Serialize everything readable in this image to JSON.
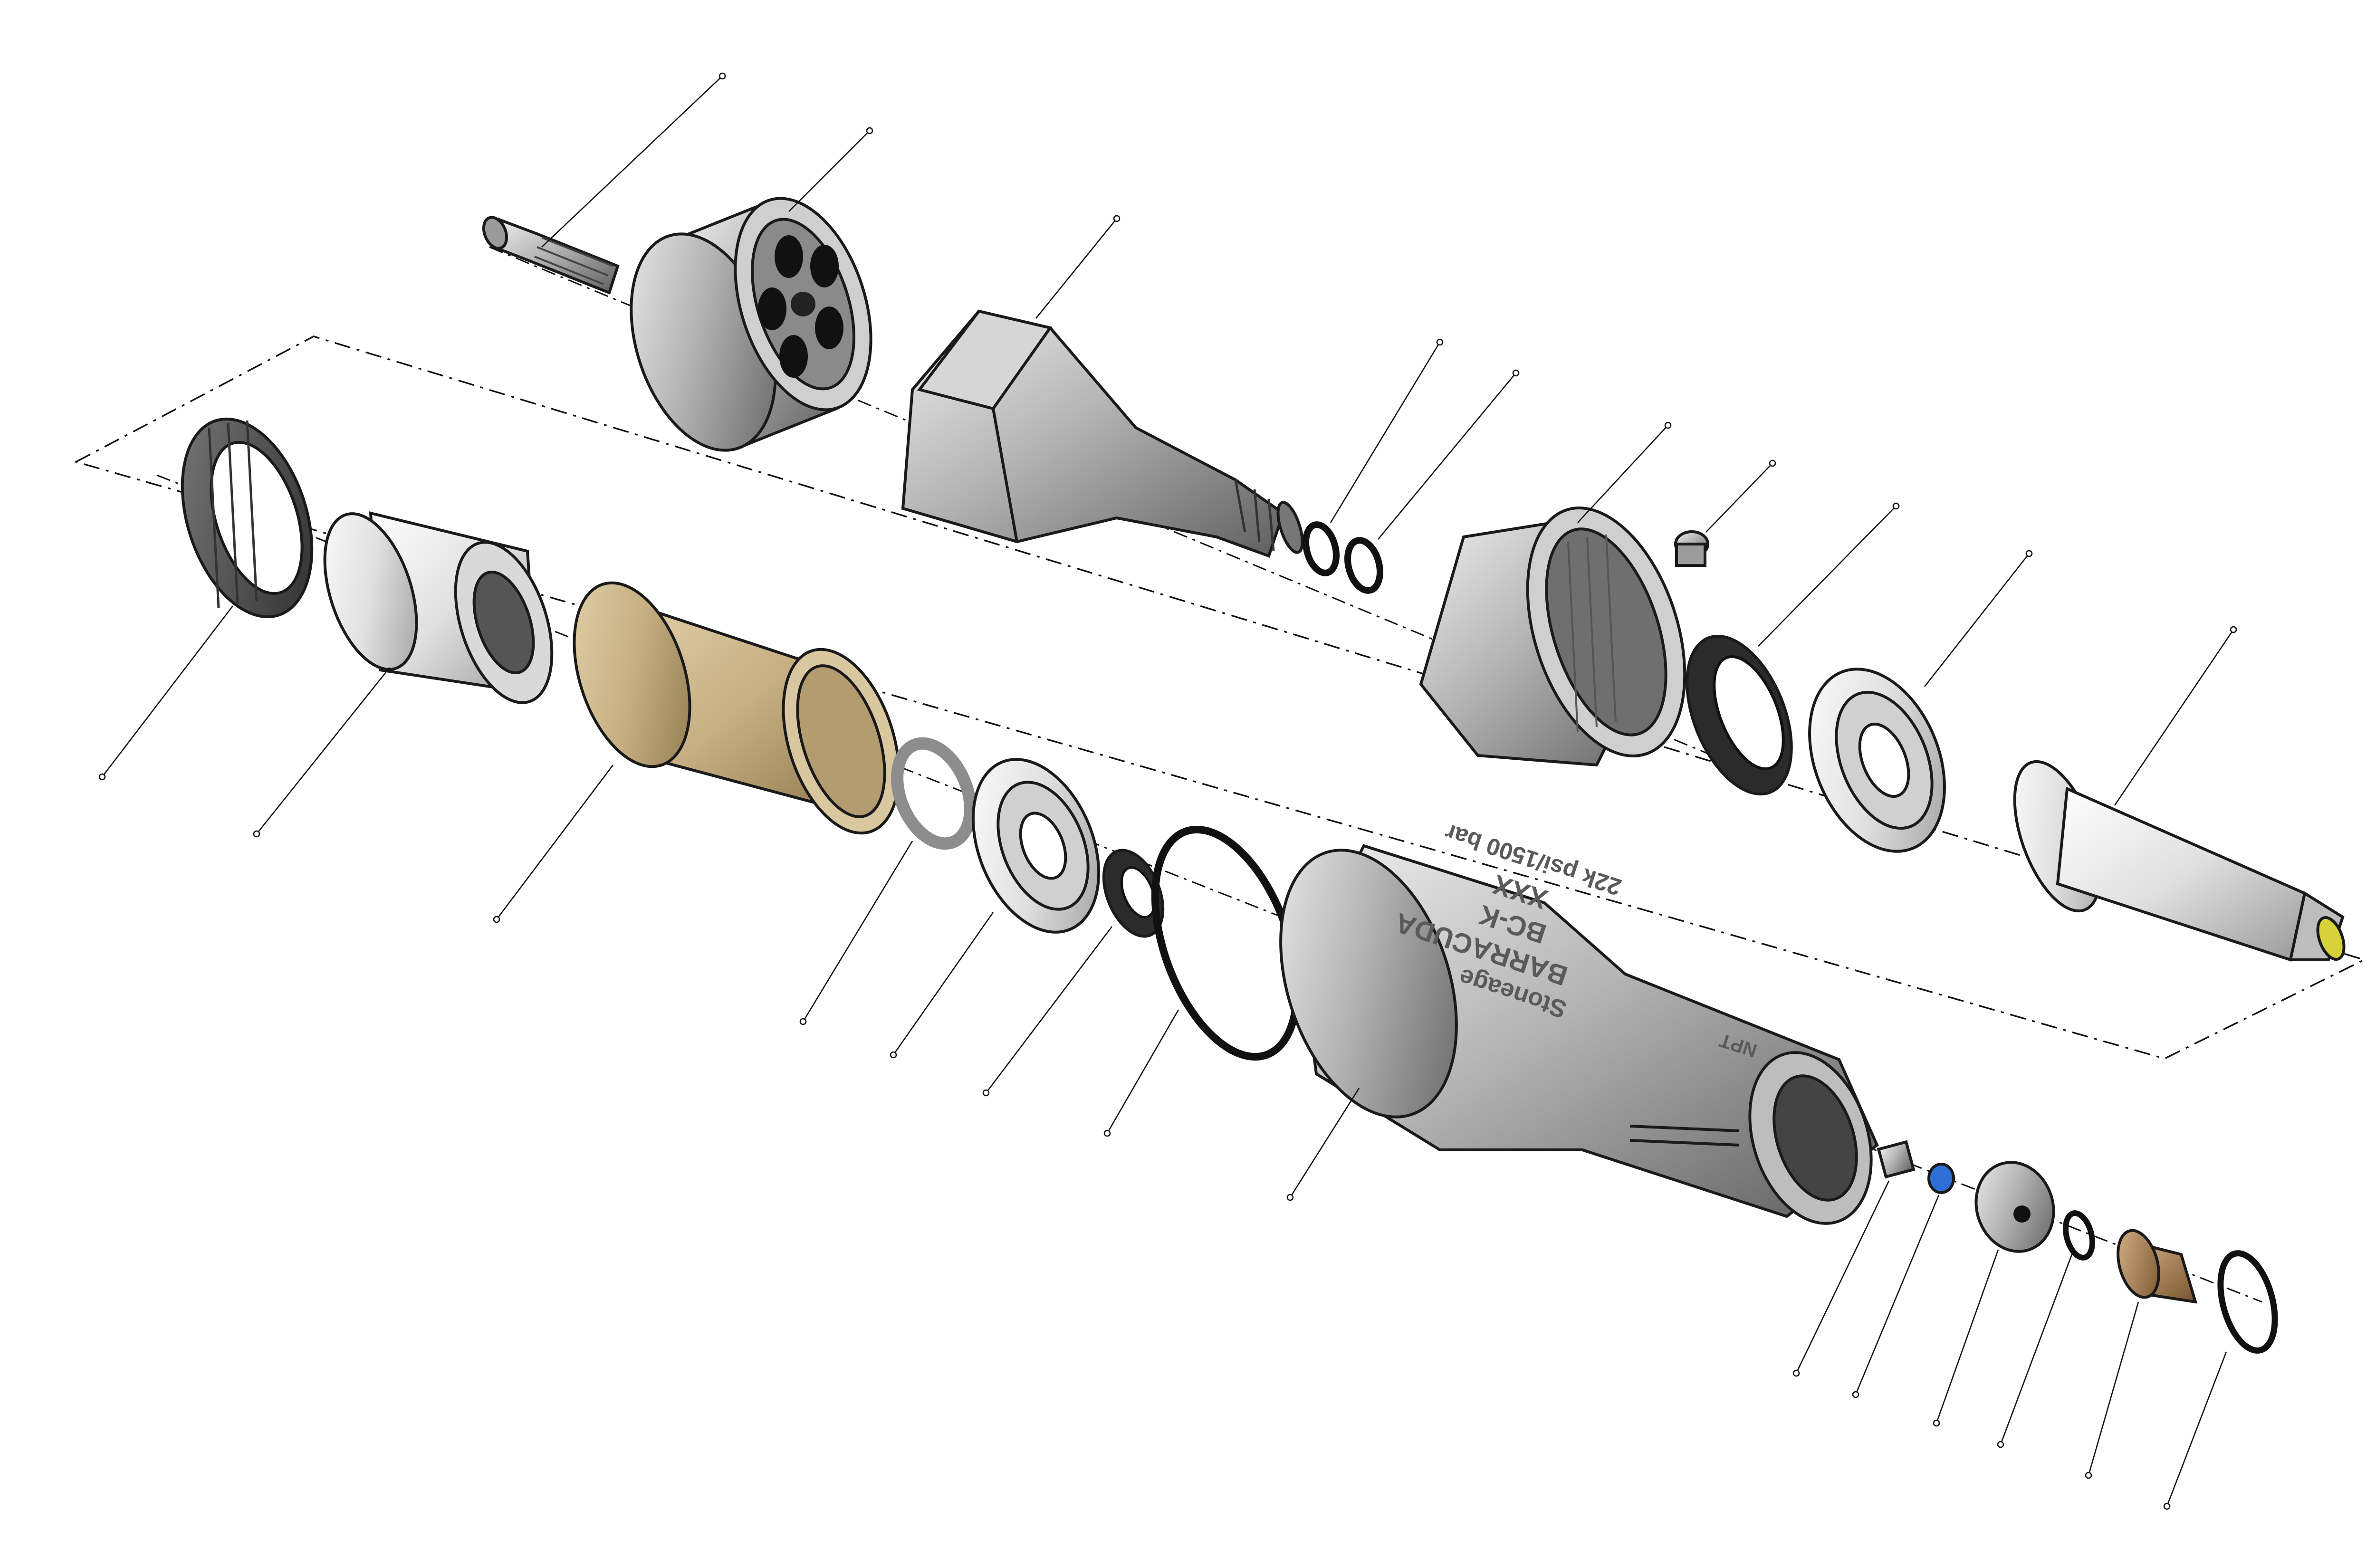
{
  "drawing": {
    "housing_text": {
      "brand": "Stoneage",
      "model": "BARRACUDA",
      "variant": "BC-K",
      "code": "XXX",
      "rating": "22k psi/1500 bar",
      "stamp": "NPT"
    }
  },
  "colors": {
    "steel": "#a9a9a9",
    "steel_light": "#dedede",
    "steel_dark": "#6e6e6e",
    "bronze": "#c8b48a",
    "bronze_dark": "#8e7650",
    "copper": "#a77c4e",
    "rubber": "#2a2a2a",
    "accent_yellow": "#d8d23a",
    "accent_blue": "#2f6fd8",
    "line": "#111111"
  }
}
